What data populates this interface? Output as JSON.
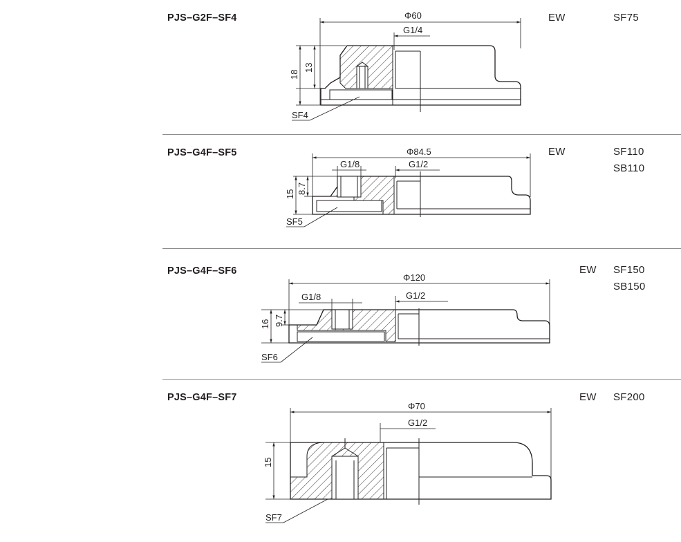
{
  "rows": [
    {
      "model": "PJS–G2F–SF4",
      "type": "EW",
      "codes": [
        "SF75"
      ],
      "dims": {
        "diameter": "Φ60",
        "port_a": "G1/4",
        "height_total": "18",
        "height_inner": "13",
        "pad": "SF4"
      }
    },
    {
      "model": "PJS–G4F–SF5",
      "type": "EW",
      "codes": [
        "SF110",
        "SB110"
      ],
      "dims": {
        "diameter": "Φ84.5",
        "port_small": "G1/8",
        "port_a": "G1/2",
        "height_total": "15",
        "height_inner": "8.7",
        "pad": "SF5"
      }
    },
    {
      "model": "PJS–G4F–SF6",
      "type": "EW",
      "codes": [
        "SF150",
        "SB150"
      ],
      "dims": {
        "diameter": "Φ120",
        "port_small": "G1/8",
        "port_a": "G1/2",
        "height_total": "16",
        "height_inner": "9.7",
        "pad": "SF6"
      }
    },
    {
      "model": "PJS–G4F–SF7",
      "type": "EW",
      "codes": [
        "SF200"
      ],
      "dims": {
        "diameter": "Φ70",
        "port_a": "G1/2",
        "height_total": "15",
        "pad": "SF7"
      }
    }
  ]
}
